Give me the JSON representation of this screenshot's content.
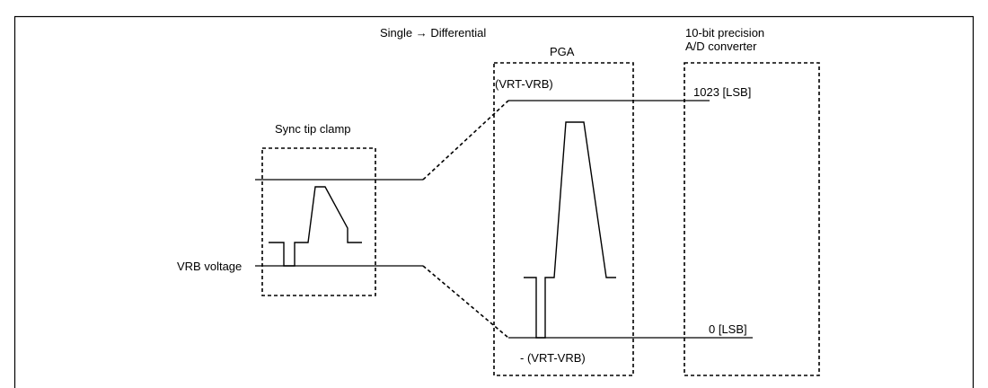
{
  "labels": {
    "single_to_differential": "Single → Differential",
    "adc_title_line1": "10-bit precision",
    "adc_title_line2": "A/D converter",
    "pga": "PGA",
    "vrt_vrb_top": "(VRT-VRB)",
    "vrt_vrb_bottom": "- (VRT-VRB)",
    "lsb_1023": "1023 [LSB]",
    "lsb_0": "0 [LSB]",
    "sync_tip_clamp": "Sync tip clamp",
    "vrb_voltage": "VRB voltage"
  }
}
